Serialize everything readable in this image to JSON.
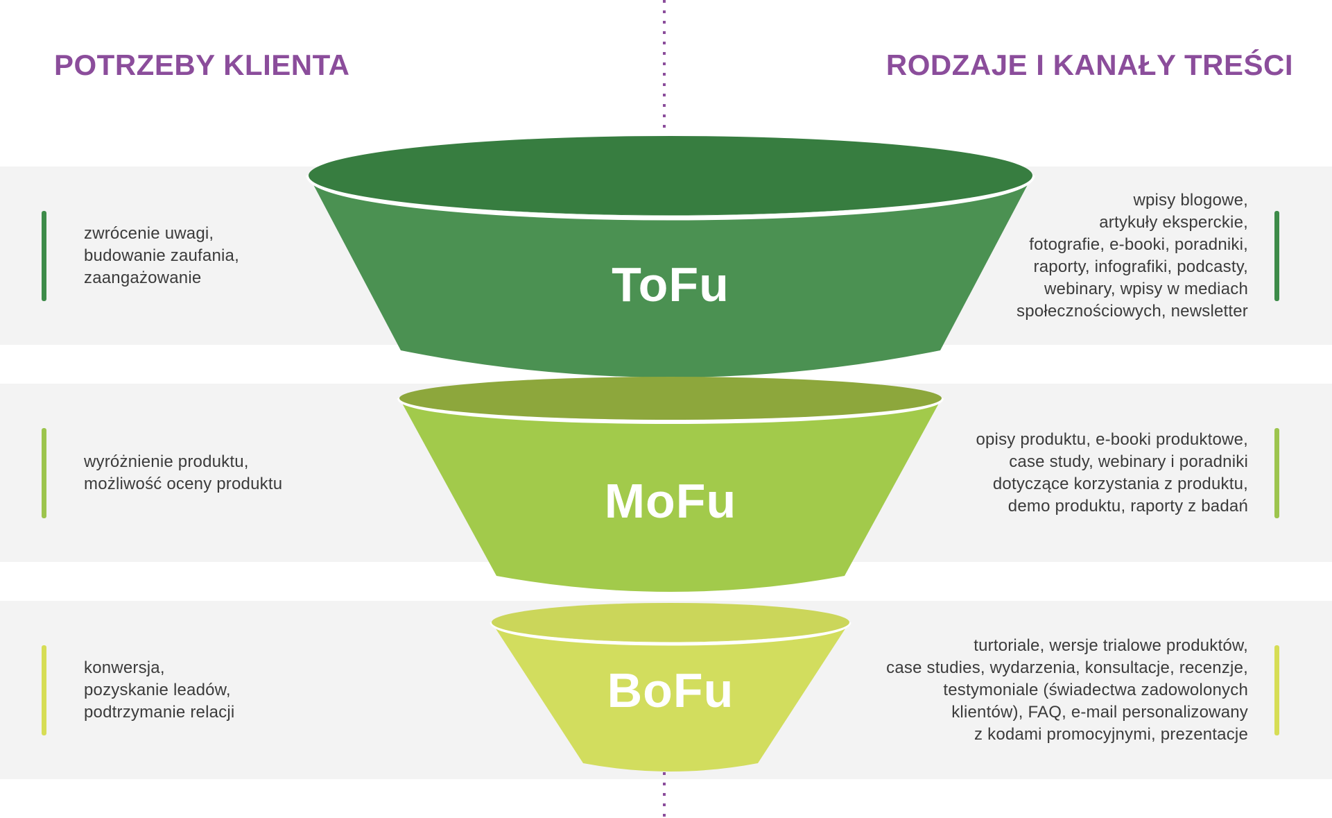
{
  "titles": {
    "left": "POTRZEBY KLIENTA",
    "right": "RODZAJE I KANAŁY TREŚCI"
  },
  "funnel": {
    "segments": [
      {
        "label": "ToFu",
        "rim_color": "#377d40",
        "body_color": "#4b9152",
        "bar_color": "#3d8b49",
        "customer_needs": "zwrócenie uwagi,\nbudowanie zaufania,\nzaangażowanie",
        "content_channels": "wpisy blogowe,\nartykuły eksperckie,\nfotografie, e-booki, poradniki,\nraporty, infografiki, podcasty,\nwebinary, wpisy w mediach\nspołecznościowych, newsletter"
      },
      {
        "label": "MoFu",
        "rim_color": "#8da73c",
        "body_color": "#a2ca4b",
        "bar_color": "#9cc44d",
        "customer_needs": "wyróżnienie produktu,\nmożliwość oceny produktu",
        "content_channels": "opisy produktu, e-booki produktowe,\ncase study, webinary i poradniki\ndotyczące korzystania z produktu,\ndemo produktu, raporty z badań"
      },
      {
        "label": "BoFu",
        "rim_color": "#cbd65a",
        "body_color": "#d2dd5e",
        "bar_color": "#d6dd55",
        "customer_needs": "konwersja,\npozyskanie leadów,\npodtrzymanie relacji",
        "content_channels": "turtoriale, wersje trialowe produktów,\ncase studies, wydarzenia, konsultacje, recenzje,\ntestymoniale (świadectwa zadowolonych\nklientów), FAQ, e-mail personalizowany\nz kodami promocyjnymi, prezentacje"
      }
    ]
  },
  "colors": {
    "accent_purple": "#8b4d9b",
    "band_gray": "#f3f3f3",
    "text": "#3b3b3b",
    "funnel_label": "#ffffff",
    "separator_line": "#ffffff",
    "background": "#ffffff"
  }
}
